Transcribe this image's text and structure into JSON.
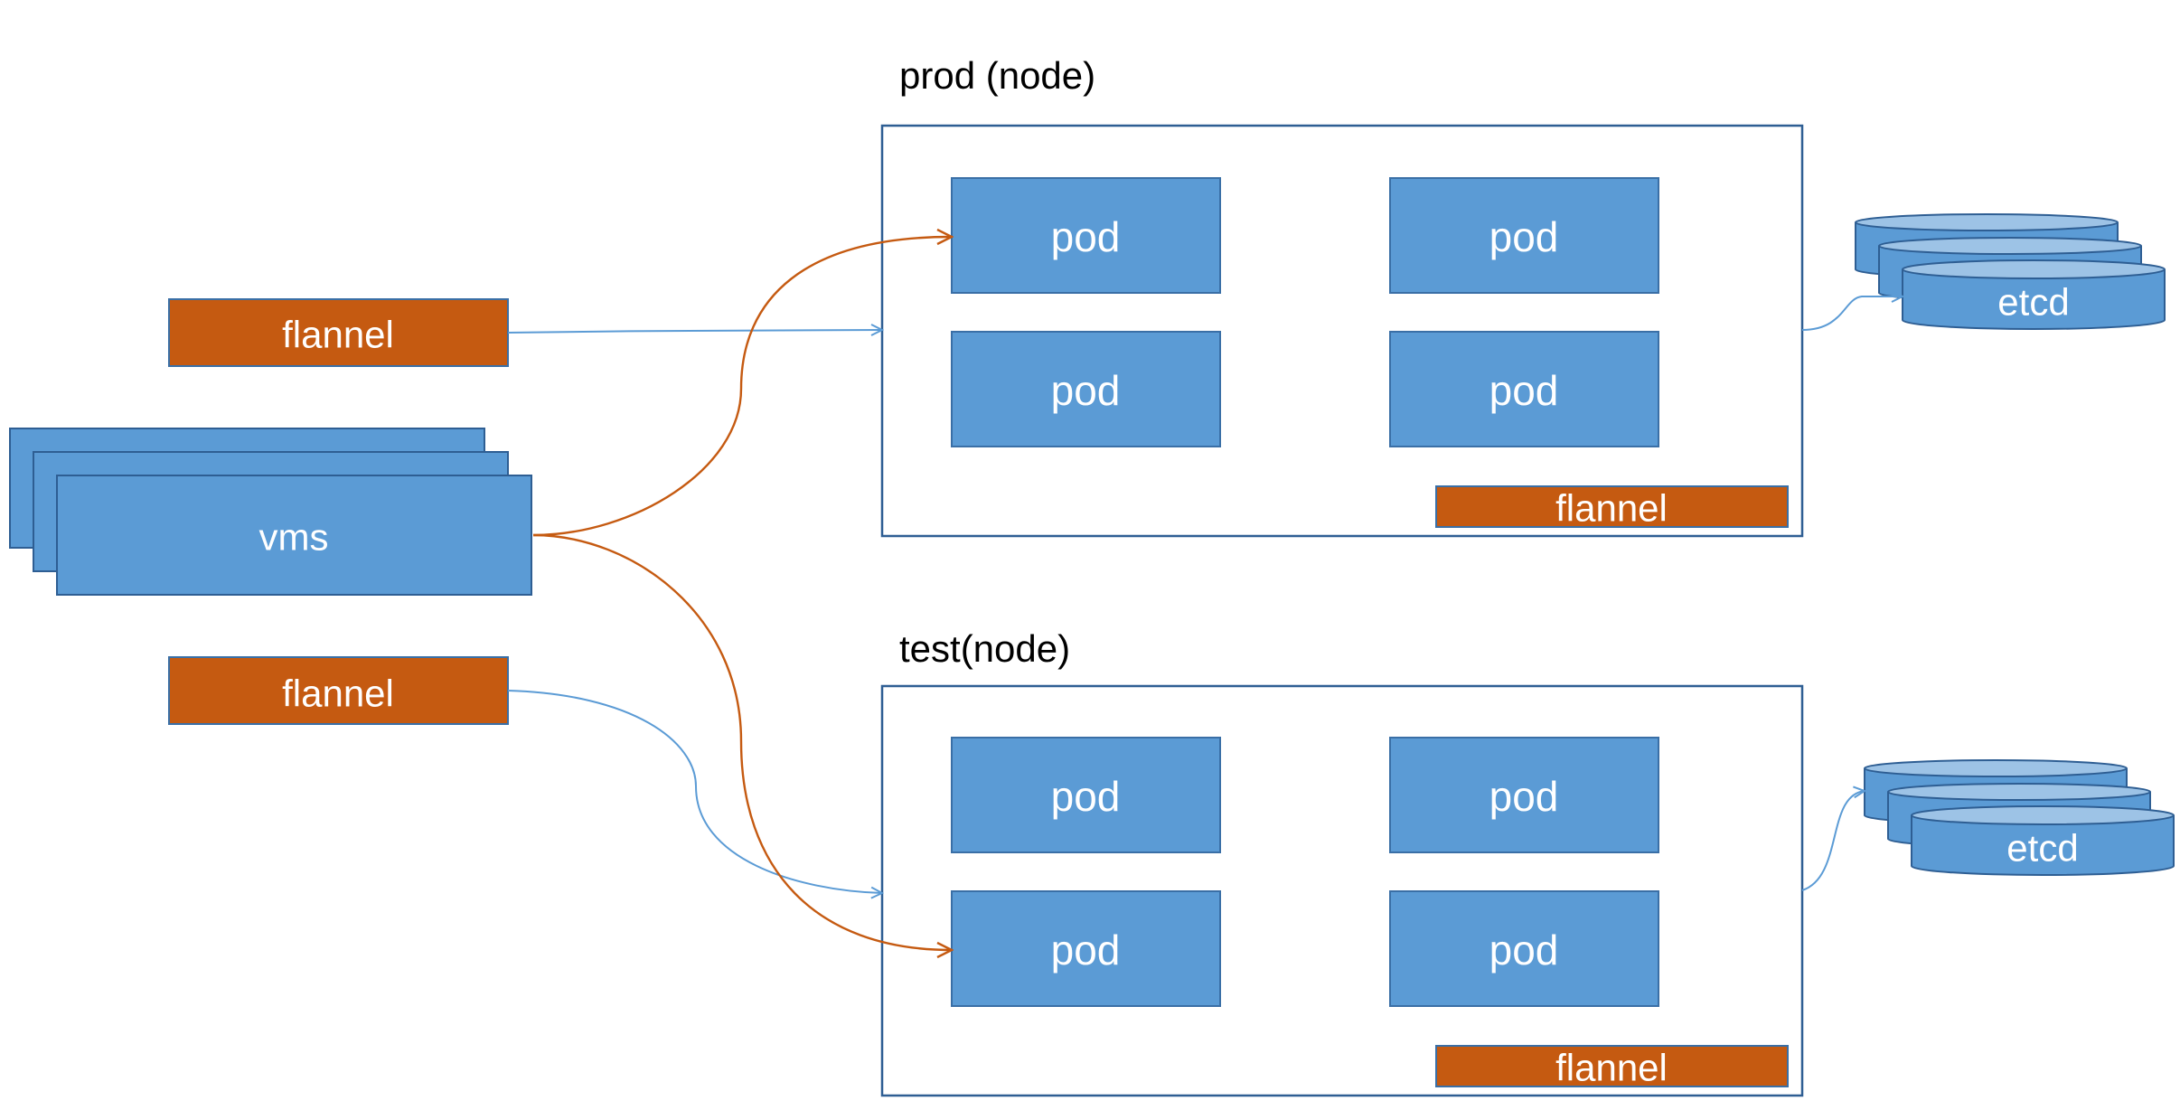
{
  "colors": {
    "pod_fill": "#5B9BD5",
    "pod_stroke": "#3A6FA6",
    "flannel_fill": "#C55A11",
    "flannel_stroke": "#3A6FA6",
    "node_stroke": "#2E5E93",
    "etcd_fill": "#5B9BD5",
    "etcd_top": "#9DC3E6",
    "blue_arrow": "#5B9BD5",
    "orange_arrow": "#C55A11"
  },
  "left": {
    "flannel_top": "flannel",
    "vms": "vms",
    "flannel_bottom": "flannel"
  },
  "nodes": [
    {
      "title": "prod (node)",
      "pods": [
        "pod",
        "pod",
        "pod",
        "pod"
      ],
      "flannel": "flannel",
      "etcd": "etcd"
    },
    {
      "title": "test(node)",
      "pods": [
        "pod",
        "pod",
        "pod",
        "pod"
      ],
      "flannel": "flannel",
      "etcd": "etcd"
    }
  ]
}
